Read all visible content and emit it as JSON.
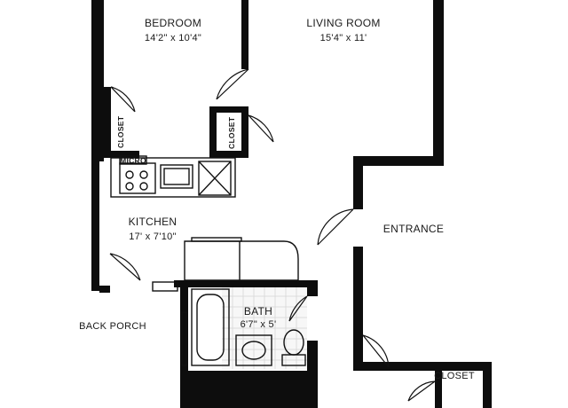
{
  "rooms": {
    "bedroom": {
      "name": "BEDROOM",
      "dims": "14'2\" x 10'4\""
    },
    "living_room": {
      "name": "LIVING ROOM",
      "dims": "15'4\" x 11'"
    },
    "kitchen": {
      "name": "KITCHEN",
      "dims": "17' x 7'10\""
    },
    "bath": {
      "name": "BATH",
      "dims": "6'7\" x 5'"
    }
  },
  "labels": {
    "closet_left": "CLOSET",
    "closet_right": "CLOSET",
    "closet_bottom": "CLOSET",
    "micro": "MICRO",
    "entrance": "ENTRANCE",
    "back_porch": "BACK PORCH"
  },
  "colors": {
    "wall": "#0d0d0d",
    "line": "#111111",
    "tile": "#d6d6d6"
  }
}
